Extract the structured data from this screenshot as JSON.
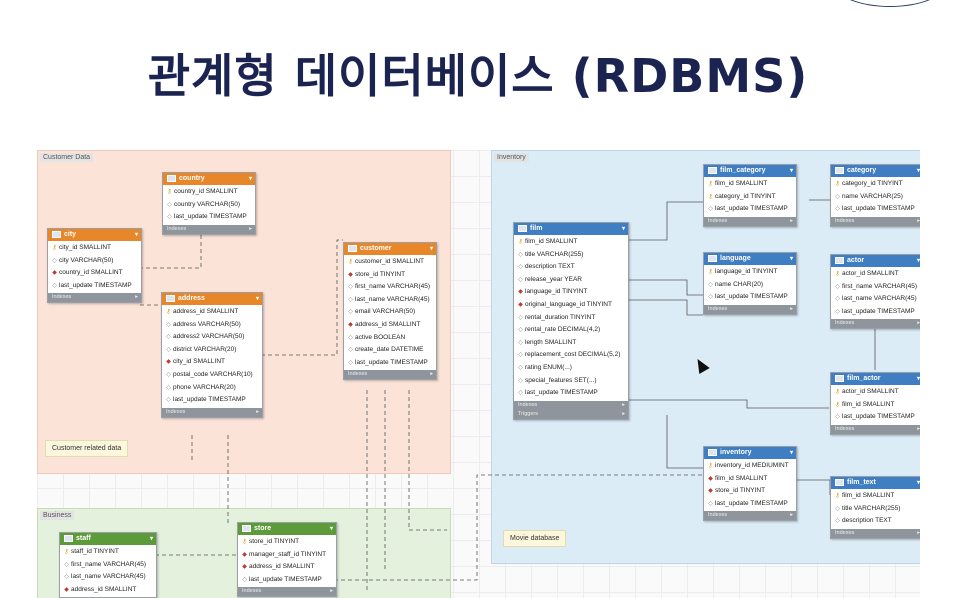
{
  "slide": {
    "title": "관계형 데이터베이스 (RDBMS)"
  },
  "diagram": {
    "regions": [
      {
        "id": "customer-data",
        "label": "Customer Data"
      },
      {
        "id": "inventory",
        "label": "Inventory"
      },
      {
        "id": "business",
        "label": "Business"
      }
    ],
    "notes": [
      {
        "id": "customer-note",
        "text": "Customer related data"
      },
      {
        "id": "movie-note",
        "text": "Movie database"
      }
    ],
    "tables": [
      {
        "id": "country",
        "name": "country",
        "color": "#e8862a",
        "columns": [
          {
            "key": "pk",
            "text": "country_id SMALLINT"
          },
          {
            "key": "pl",
            "text": "country VARCHAR(50)"
          },
          {
            "key": "pl",
            "text": "last_update TIMESTAMP"
          }
        ],
        "footers": [
          "Indexes"
        ]
      },
      {
        "id": "city",
        "name": "city",
        "color": "#e8862a",
        "columns": [
          {
            "key": "pk",
            "text": "city_id SMALLINT"
          },
          {
            "key": "pl",
            "text": "city VARCHAR(50)"
          },
          {
            "key": "fk",
            "text": "country_id SMALLINT"
          },
          {
            "key": "pl",
            "text": "last_update TIMESTAMP"
          }
        ],
        "footers": [
          "Indexes"
        ]
      },
      {
        "id": "address",
        "name": "address",
        "color": "#e8862a",
        "columns": [
          {
            "key": "pk",
            "text": "address_id SMALLINT"
          },
          {
            "key": "pl",
            "text": "address VARCHAR(50)"
          },
          {
            "key": "pl",
            "text": "address2 VARCHAR(50)"
          },
          {
            "key": "pl",
            "text": "district VARCHAR(20)"
          },
          {
            "key": "fk",
            "text": "city_id SMALLINT"
          },
          {
            "key": "pl",
            "text": "postal_code VARCHAR(10)"
          },
          {
            "key": "pl",
            "text": "phone VARCHAR(20)"
          },
          {
            "key": "pl",
            "text": "last_update TIMESTAMP"
          }
        ],
        "footers": [
          "Indexes"
        ]
      },
      {
        "id": "customer",
        "name": "customer",
        "color": "#e8862a",
        "columns": [
          {
            "key": "pk",
            "text": "customer_id SMALLINT"
          },
          {
            "key": "fk",
            "text": "store_id TINYINT"
          },
          {
            "key": "pl",
            "text": "first_name VARCHAR(45)"
          },
          {
            "key": "pl",
            "text": "last_name VARCHAR(45)"
          },
          {
            "key": "pl",
            "text": "email VARCHAR(50)"
          },
          {
            "key": "fk",
            "text": "address_id SMALLINT"
          },
          {
            "key": "pl",
            "text": "active BOOLEAN"
          },
          {
            "key": "pl",
            "text": "create_date DATETIME"
          },
          {
            "key": "pl",
            "text": "last_update TIMESTAMP"
          }
        ],
        "footers": [
          "Indexes"
        ]
      },
      {
        "id": "film",
        "name": "film",
        "color": "#3f7ec2",
        "columns": [
          {
            "key": "pk",
            "text": "film_id SMALLINT"
          },
          {
            "key": "pl",
            "text": "title VARCHAR(255)"
          },
          {
            "key": "pl",
            "text": "description TEXT"
          },
          {
            "key": "pl",
            "text": "release_year YEAR"
          },
          {
            "key": "fk",
            "text": "language_id TINYINT"
          },
          {
            "key": "fk",
            "text": "original_language_id TINYINT"
          },
          {
            "key": "pl",
            "text": "rental_duration TINYINT"
          },
          {
            "key": "pl",
            "text": "rental_rate DECIMAL(4,2)"
          },
          {
            "key": "pl",
            "text": "length SMALLINT"
          },
          {
            "key": "pl",
            "text": "replacement_cost DECIMAL(5,2)"
          },
          {
            "key": "pl",
            "text": "rating ENUM(...)"
          },
          {
            "key": "pl",
            "text": "special_features SET(...)"
          },
          {
            "key": "pl",
            "text": "last_update TIMESTAMP"
          }
        ],
        "footers": [
          "Indexes",
          "Triggers"
        ]
      },
      {
        "id": "film_category",
        "name": "film_category",
        "color": "#3f7ec2",
        "columns": [
          {
            "key": "pk",
            "text": "film_id SMALLINT"
          },
          {
            "key": "pk",
            "text": "category_id TINYINT"
          },
          {
            "key": "pl",
            "text": "last_update TIMESTAMP"
          }
        ],
        "footers": [
          "Indexes"
        ]
      },
      {
        "id": "category",
        "name": "category",
        "color": "#3f7ec2",
        "columns": [
          {
            "key": "pk",
            "text": "category_id TINYINT"
          },
          {
            "key": "pl",
            "text": "name VARCHAR(25)"
          },
          {
            "key": "pl",
            "text": "last_update TIMESTAMP"
          }
        ],
        "footers": [
          "Indexes"
        ]
      },
      {
        "id": "language",
        "name": "language",
        "color": "#3f7ec2",
        "columns": [
          {
            "key": "pk",
            "text": "language_id TINYINT"
          },
          {
            "key": "pl",
            "text": "name CHAR(20)"
          },
          {
            "key": "pl",
            "text": "last_update TIMESTAMP"
          }
        ],
        "footers": [
          "Indexes"
        ]
      },
      {
        "id": "actor",
        "name": "actor",
        "color": "#3f7ec2",
        "columns": [
          {
            "key": "pk",
            "text": "actor_id SMALLINT"
          },
          {
            "key": "pl",
            "text": "first_name VARCHAR(45)"
          },
          {
            "key": "pl",
            "text": "last_name VARCHAR(45)"
          },
          {
            "key": "pl",
            "text": "last_update TIMESTAMP"
          }
        ],
        "footers": [
          "Indexes"
        ]
      },
      {
        "id": "film_actor",
        "name": "film_actor",
        "color": "#3f7ec2",
        "columns": [
          {
            "key": "pk",
            "text": "actor_id SMALLINT"
          },
          {
            "key": "pk",
            "text": "film_id SMALLINT"
          },
          {
            "key": "pl",
            "text": "last_update TIMESTAMP"
          }
        ],
        "footers": [
          "Indexes"
        ]
      },
      {
        "id": "inventory",
        "name": "inventory",
        "color": "#3f7ec2",
        "columns": [
          {
            "key": "pk",
            "text": "inventory_id MEDIUMINT"
          },
          {
            "key": "fk",
            "text": "film_id SMALLINT"
          },
          {
            "key": "fk",
            "text": "store_id TINYINT"
          },
          {
            "key": "pl",
            "text": "last_update TIMESTAMP"
          }
        ],
        "footers": [
          "Indexes"
        ]
      },
      {
        "id": "film_text",
        "name": "film_text",
        "color": "#3f7ec2",
        "columns": [
          {
            "key": "pk",
            "text": "film_id SMALLINT"
          },
          {
            "key": "pl",
            "text": "title VARCHAR(255)"
          },
          {
            "key": "pl",
            "text": "description TEXT"
          }
        ],
        "footers": [
          "Indexes"
        ]
      },
      {
        "id": "staff",
        "name": "staff",
        "color": "#5c9a3a",
        "columns": [
          {
            "key": "pk",
            "text": "staff_id TINYINT"
          },
          {
            "key": "pl",
            "text": "first_name VARCHAR(45)"
          },
          {
            "key": "pl",
            "text": "last_name VARCHAR(45)"
          },
          {
            "key": "fk",
            "text": "address_id SMALLINT"
          }
        ],
        "footers": []
      },
      {
        "id": "store",
        "name": "store",
        "color": "#5c9a3a",
        "columns": [
          {
            "key": "pk",
            "text": "store_id TINYINT"
          },
          {
            "key": "fk",
            "text": "manager_staff_id TINYINT"
          },
          {
            "key": "fk",
            "text": "address_id SMALLINT"
          },
          {
            "key": "pl",
            "text": "last_update TIMESTAMP"
          }
        ],
        "footers": [
          "Indexes"
        ]
      }
    ]
  }
}
